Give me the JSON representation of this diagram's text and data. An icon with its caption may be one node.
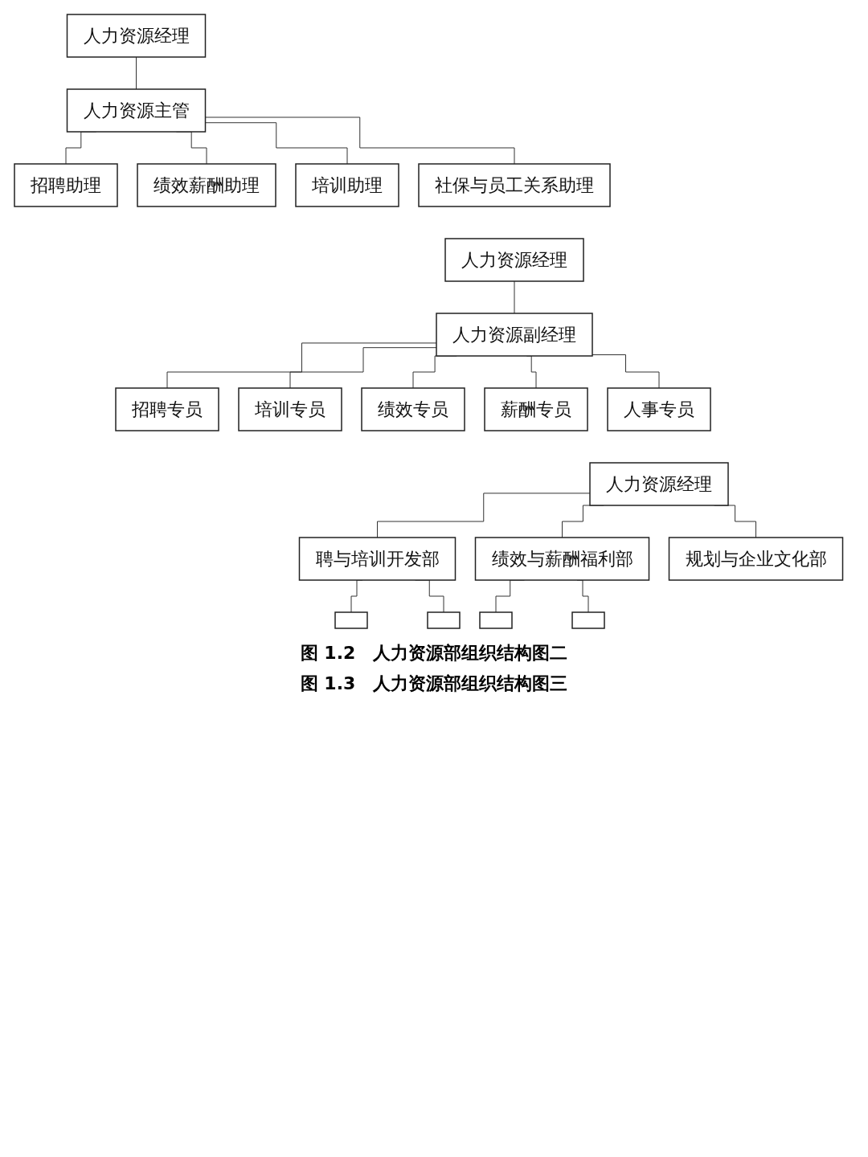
{
  "diagram": {
    "nodes": [
      {
        "text": [
          "人力资源经理"
        ]
      },
      {
        "text": [
          "人力资源主管"
        ]
      },
      {
        "text": [
          "招聘助理"
        ]
      },
      {
        "text": [
          "绩效薪酬助理"
        ]
      },
      {
        "text": [
          "培训助理"
        ]
      },
      {
        "text": [
          "社保与员工关系助理"
        ]
      },
      {
        "text": [
          "人力资源经理"
        ]
      },
      {
        "text": [
          "人力资源副经理"
        ]
      },
      {
        "text": [
          "招聘专员"
        ]
      },
      {
        "text": [
          "培训专员"
        ]
      },
      {
        "text": [
          "绩效专员"
        ]
      },
      {
        "text": [
          "薪酬专员"
        ]
      },
      {
        "text": [
          "人事专员"
        ]
      },
      {
        "text": [
          "人力资源经理"
        ]
      },
      {
        "text": [
          "聘与培训开发部"
        ]
      },
      {
        "text": [
          "绩效与薪酬福利部"
        ]
      },
      {
        "text": [
          "规划与企业文化部"
        ]
      },
      {
        "text": [],
        "shape": "box"
      },
      {
        "text": [],
        "shape": "box"
      },
      {
        "text": [],
        "shape": "box"
      },
      {
        "text": [],
        "shape": "box"
      }
    ],
    "edges": [
      {
        "from": 0,
        "to": 1,
        "arrow": "none"
      },
      {
        "from": 1,
        "to": 2,
        "arrow": "none"
      },
      {
        "from": 1,
        "to": 3,
        "arrow": "none"
      },
      {
        "from": 1,
        "to": 4,
        "arrow": "none"
      },
      {
        "from": 1,
        "to": 5,
        "arrow": "none"
      },
      {
        "from": 6,
        "to": 7,
        "arrow": "none"
      },
      {
        "from": 7,
        "to": 8,
        "arrow": "none"
      },
      {
        "from": 7,
        "to": 9,
        "arrow": "none"
      },
      {
        "from": 7,
        "to": 10,
        "arrow": "none"
      },
      {
        "from": 7,
        "to": 11,
        "arrow": "none"
      },
      {
        "from": 7,
        "to": 12,
        "arrow": "none"
      },
      {
        "from": 13,
        "to": 14,
        "arrow": "none"
      },
      {
        "from": 13,
        "to": 15,
        "arrow": "none"
      },
      {
        "from": 13,
        "to": 16,
        "arrow": "none"
      },
      {
        "from": 14,
        "to": 17,
        "arrow": "none"
      },
      {
        "from": 14,
        "to": 18,
        "arrow": "none"
      },
      {
        "from": 15,
        "to": 19,
        "arrow": "none"
      },
      {
        "from": 15,
        "to": 20,
        "arrow": "none"
      }
    ],
    "labels": [
      "图 1.2　人力资源部组织结构图二",
      "图 1.3　人力资源部组织结构图三"
    ]
  }
}
